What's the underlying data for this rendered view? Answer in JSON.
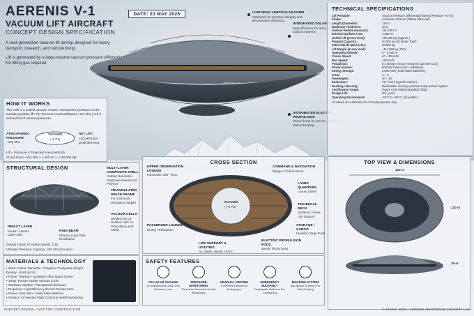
{
  "header": {
    "title": "AERENIS V-1",
    "subtitle": "VACUUM LIFT AIRCRAFT",
    "tagline": "CONCEPT DESIGN SPECIFICATION",
    "intro": [
      "A next-generation vacuum-lift airship designed for luxury transport, research, and remote living.",
      "Lift is generated by a large-volume vacuum pressure differential. No lifting gas required."
    ],
    "date": "DATE: 23 MAY 2025"
  },
  "callouts": {
    "low_drag": {
      "title": "LOW DRAG LENTICULAR FORM",
      "text": "Optimized for pressure integrity and aerodynamic efficiency"
    },
    "solar": {
      "title": "INTEGRATED SOLAR SKIN",
      "text": "High-efficiency PV array for hotel loads & systems"
    },
    "propulsion": {
      "title": "DISTRIBUTED ELECTRIC PROPULSION",
      "text": "Vector thrust for precise control and station-keeping"
    },
    "hull_name": "AERENIS V-1"
  },
  "specs": {
    "heading": "TECHNICAL SPECIFICATIONS",
    "rows": [
      [
        "Lift Principle:",
        "Vacuum Pressure Differential (Internal Pressure ~0 Pa)"
      ],
      [
        "Shape:",
        "Lenticular / Discus (Oblate Spheroid)"
      ],
      [
        "Length (Diameter):",
        "120 m"
      ],
      [
        "Maximum Thickness:",
        "28 m"
      ],
      [
        "Internal Volume (Vacuum):",
        "141,000 m³"
      ],
      [
        "External Surface Area:",
        "4,250 m²"
      ],
      [
        "Useful Lift (at sea level):",
        "142,000 kgf (approx.)"
      ],
      [
        "Payload Capacity:",
        "30,000 kg (30 Metric Tons)"
      ],
      [
        "Total Vehicle Mass (est.):",
        "28,000 kg"
      ],
      [
        "Lift Margin (at sea level):",
        "~114,000 kg (75%)"
      ],
      [
        "Operating Altitude:",
        "0 – 4,000 m"
      ],
      [
        "Cruise Speed:",
        "40 – 80 km/h"
      ],
      [
        "Max Speed:",
        "120 km/h"
      ],
      [
        "Propulsion:",
        "8 x Electric Vector Thrusters (110 kW each)"
      ],
      [
        "Power System:",
        "600 kW Total (Solar + Batteries)"
      ],
      [
        "Energy Storage:",
        "2,500 kWh (Solid State Batteries)"
      ],
      [
        "Crew:",
        "4 – 6"
      ],
      [
        "Passengers:",
        "20 – 30"
      ],
      [
        "Endurance:",
        "72+ hours (typical mission)"
      ],
      [
        "Docking / Mooring:",
        "Retractable mooring winches & sky-anchor system"
      ],
      [
        "Certification Target:",
        "Future Civil Airship Standard (TBD)"
      ],
      [
        "Design Life:",
        "30+ years"
      ],
      [
        "Operating Environment:",
        "-40°C to +50°C, All weather"
      ]
    ],
    "note": "All values are estimates for concept purposes only."
  },
  "how": {
    "heading": "HOW IT WORKS",
    "text": "The craft is a sealed vacuum vessel. Atmospheric pressure on the outside provides lift. The structure must withstand ~101 kPa (≈10.3 tonnes/m²) of external pressure.",
    "atm": "ATMOSPHERIC PRESSURE",
    "atm_val": "~101 kPa",
    "vac": "VACUUM",
    "vac_val": "(~0 Pa)",
    "net": "NET LIFT",
    "net_val": "~101 kPa per projected area",
    "formula1": "Lift = Pressure x Projected Area (vertical)",
    "formula2": "At sea level: ~101 kPa x 1,400 m² ≈ ~142,000 kgf"
  },
  "structural": {
    "heading": "STRUCTURAL DESIGN",
    "shell": "MULTI-LAYER COMPOSITE SHELL",
    "shell_d": "Carbon Nanotube / Graphene Reinforced Polymer",
    "frame": "TRIANGULATED SPACE FRAME",
    "frame_d": "For maximum strength-to-weight",
    "cells": "VACUUM CELLS",
    "cells_d": "Divided into 12 isolated cells for redundancy and safety",
    "impact": "IMPACT LAYER",
    "impact_d": "Kevlar / Nomex Outer Skin",
    "ring": "RING BEAM",
    "ring_d": "Primary Load Path Distribution",
    "fos": "Design Factor of Safety (Burst): 2.5x",
    "ulp": "Ultimate Pressure Capacity: 250 kPa (2.5 atm)"
  },
  "cross": {
    "heading": "CROSS SECTION",
    "upper": "UPPER OBSERVATION LOUNGE",
    "upper_d": "Panoramic 360° View",
    "command": "COMMAND & NAVIGATION",
    "command_d": "Bridge / Control Room",
    "living": "LIVING QUARTERS",
    "living_d": "Luxury Suites",
    "technical": "TECHNICAL DECK",
    "technical_d": "Systems, Power, Life Support",
    "storage": "STORAGE / CARGO",
    "storage_d": "Modular Cargo Pods",
    "lounge": "PASSENGER LOUNGE",
    "lounge_d": "Dining / Relaxation",
    "life": "LIFE SUPPORT & UTILITIES",
    "life_d": "Air, Water, Waste, HVAC",
    "pods": "ELECTRIC PROPULSION PODS",
    "pods_d": "Vector Thrust Units",
    "vacuum": "VACUUM",
    "vacuum_val": "(~0 Pa)"
  },
  "topview": {
    "heading": "TOP VIEW & DIMENSIONS",
    "width": "120 m",
    "depth": "120 m",
    "height": "28 m"
  },
  "materials": {
    "heading": "MATERIALS & TECHNOLOGY",
    "items": [
      "• Shell: Carbon Nanotube / Graphene Composite (Target Density: ~0.80 g/cm³)",
      "• Frame: Titanium / Scandium Alloy Space Frame",
      "• Joints: Flexure-sealed Vacuum Locks",
      "• Windows: Saphire / Transparent Aluminum",
      "• Propulsion: High Efficiency Electric Ducted Fans",
      "• Power: Solar Skin + Solid State Batteries",
      "• Avionics: AI Assisted Flight Control & Health Monitoring"
    ]
  },
  "safety": {
    "heading": "SAFETY FEATURES",
    "items": [
      {
        "t": "CELLULAR VACUUM",
        "d": "32 Independent Cells Limit Pressure Loss"
      },
      {
        "t": "PRESSURE MONITORING",
        "d": "Real-time Structural Health Monitoring"
      },
      {
        "t": "GRADUAL VENTING",
        "d": "Controlled Descent In Emergency"
      },
      {
        "t": "EMERGENCY BUOYANCY",
        "d": "Deployable Balloons For Cushioning"
      },
      {
        "t": "MOORING SYSTEM",
        "d": "Sky-anchor & Winch For Safe Docking"
      }
    ]
  },
  "footer": {
    "left": "CONCEPT DESIGN – NOT FOR CONSTRUCTION",
    "right": "© 23 MAY 2025 – AERENIS AEROSPACE CONCEPT LAB"
  }
}
